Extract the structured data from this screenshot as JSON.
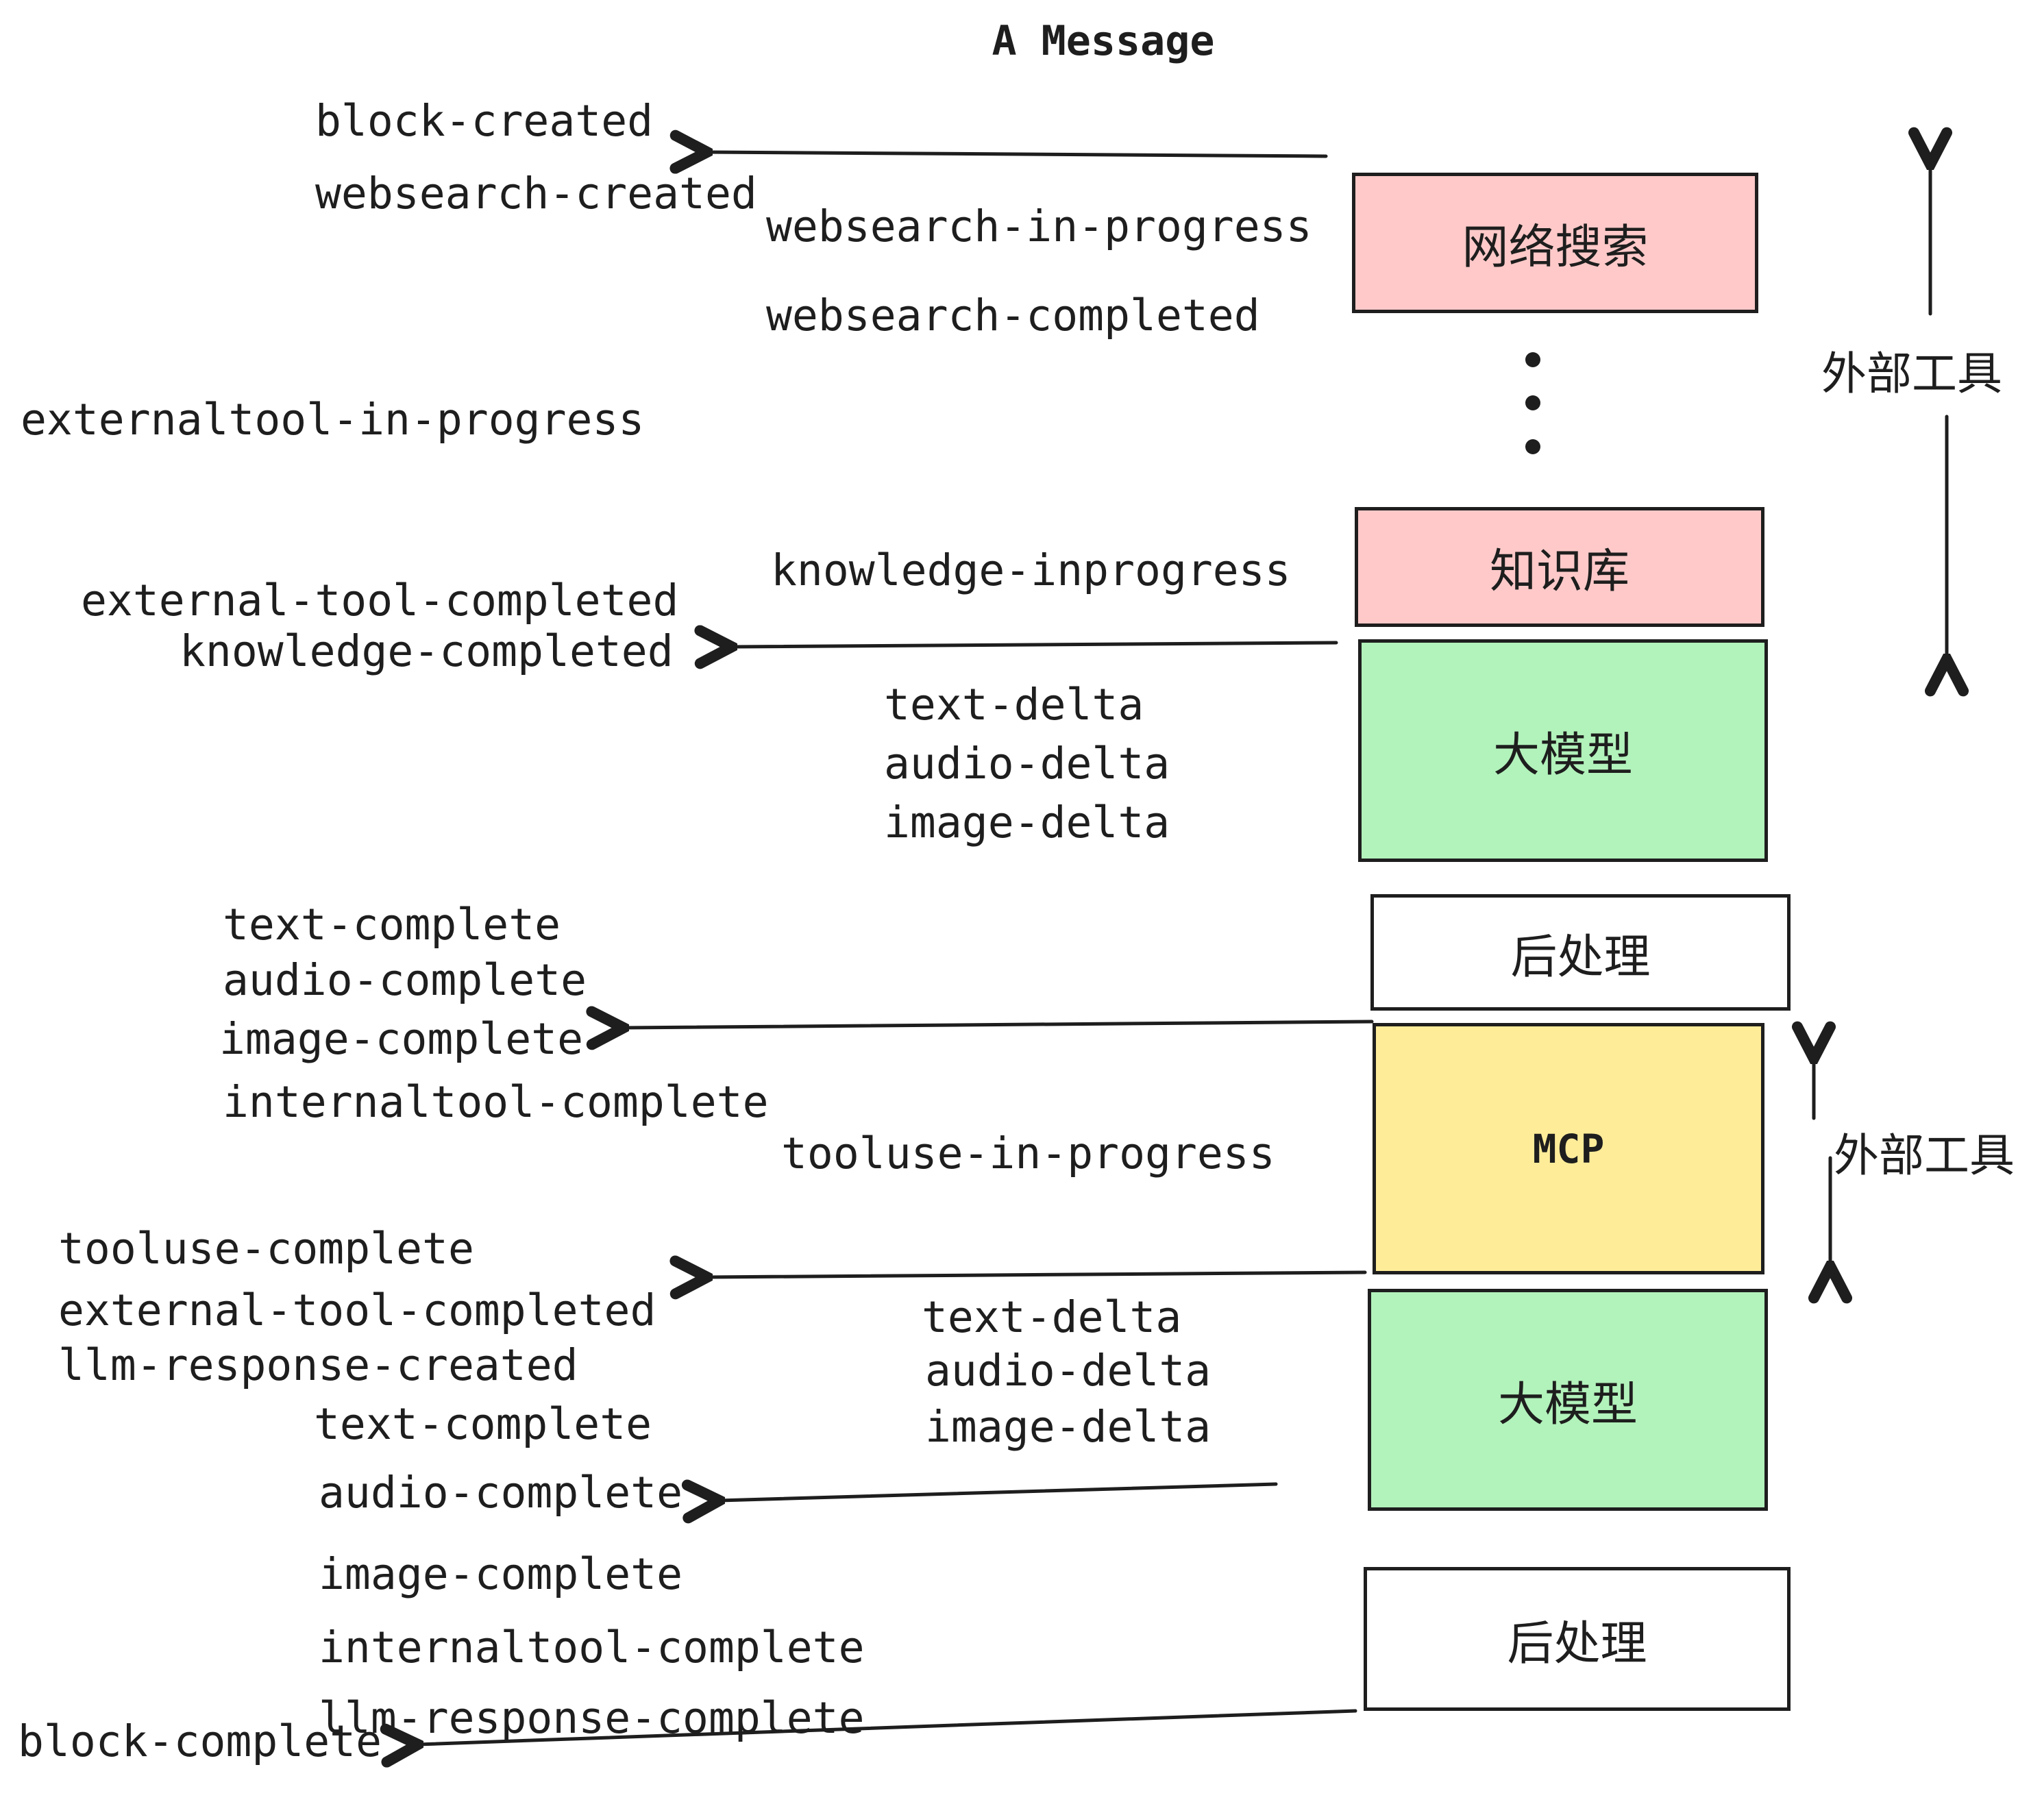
{
  "title": "A Message",
  "colors": {
    "stroke": "#1e1e1e",
    "pink": "#ffc9c9",
    "green": "#b2f2bb",
    "yellow": "#ffec99",
    "white": "#ffffff"
  },
  "boxes": [
    {
      "id": "websearch",
      "label": "网络搜索",
      "fill": "#ffc9c9"
    },
    {
      "id": "knowledge",
      "label": "知识库",
      "fill": "#ffc9c9"
    },
    {
      "id": "llm-1",
      "label": "大模型",
      "fill": "#b2f2bb"
    },
    {
      "id": "post-1",
      "label": "后处理",
      "fill": "#ffffff"
    },
    {
      "id": "mcp",
      "label": "MCP",
      "fill": "#ffec99"
    },
    {
      "id": "llm-2",
      "label": "大模型",
      "fill": "#b2f2bb"
    },
    {
      "id": "post-2",
      "label": "后处理",
      "fill": "#ffffff"
    }
  ],
  "side_labels": [
    {
      "label": "外部工具"
    },
    {
      "label": "外部工具"
    }
  ],
  "events": [
    {
      "label": "block-created"
    },
    {
      "label": "websearch-created"
    },
    {
      "label": "websearch-in-progress"
    },
    {
      "label": "websearch-completed"
    },
    {
      "label": "externaltool-in-progress"
    },
    {
      "label": "knowledge-inprogress"
    },
    {
      "label": "external-tool-completed"
    },
    {
      "label": "knowledge-completed"
    },
    {
      "label": "text-delta"
    },
    {
      "label": "audio-delta"
    },
    {
      "label": "image-delta"
    },
    {
      "label": "text-complete"
    },
    {
      "label": "audio-complete"
    },
    {
      "label": "image-complete"
    },
    {
      "label": "internaltool-complete"
    },
    {
      "label": "tooluse-in-progress"
    },
    {
      "label": "tooluse-complete"
    },
    {
      "label": "external-tool-completed"
    },
    {
      "label": "llm-response-created"
    },
    {
      "label": "text-delta"
    },
    {
      "label": "audio-delta"
    },
    {
      "label": "image-delta"
    },
    {
      "label": "text-complete"
    },
    {
      "label": "audio-complete"
    },
    {
      "label": "image-complete"
    },
    {
      "label": "internaltool-complete"
    },
    {
      "label": "llm-response-complete"
    },
    {
      "label": "block-complete"
    }
  ]
}
